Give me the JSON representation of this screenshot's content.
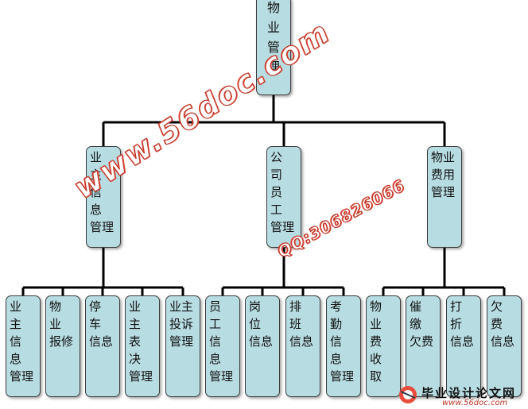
{
  "diagram": {
    "root": {
      "id": "root",
      "label": "物\n业\n管\n理"
    },
    "children": [
      {
        "id": "c1",
        "label": "业 主\n信 息\n管理",
        "children": [
          {
            "id": "c1a",
            "label": "业 主\n信 息\n管理"
          },
          {
            "id": "c1b",
            "label": "物 业\n报修"
          },
          {
            "id": "c1c",
            "label": "停 车\n信息"
          },
          {
            "id": "c1d",
            "label": "业 主\n表 决\n管理"
          },
          {
            "id": "c1e",
            "label": "业主\n投诉\n管理"
          }
        ]
      },
      {
        "id": "c2",
        "label": "公 司\n员 工\n管理",
        "children": [
          {
            "id": "c2a",
            "label": "员 工\n信 息\n管理"
          },
          {
            "id": "c2b",
            "label": "岗 位\n信息"
          },
          {
            "id": "c2c",
            "label": "排 班\n信息"
          },
          {
            "id": "c2d",
            "label": "考 勤\n信 息\n管理"
          }
        ]
      },
      {
        "id": "c3",
        "label": "物业\n费用\n管理",
        "children": [
          {
            "id": "c3a",
            "label": "物 业\n费 收\n取"
          },
          {
            "id": "c3b",
            "label": "催 缴\n欠费"
          },
          {
            "id": "c3c",
            "label": "打 折\n信息"
          },
          {
            "id": "c3d",
            "label": "欠 费\n信息"
          }
        ]
      }
    ]
  },
  "watermarks": {
    "site": "www.56doc.com",
    "qq": "QQ:306826066"
  },
  "logo": {
    "title": "毕业设计论文网",
    "url": "www.56doc.com"
  },
  "colors": {
    "node_fill": "#b7dde3",
    "line": "#000000",
    "watermark": "#c0392b"
  }
}
